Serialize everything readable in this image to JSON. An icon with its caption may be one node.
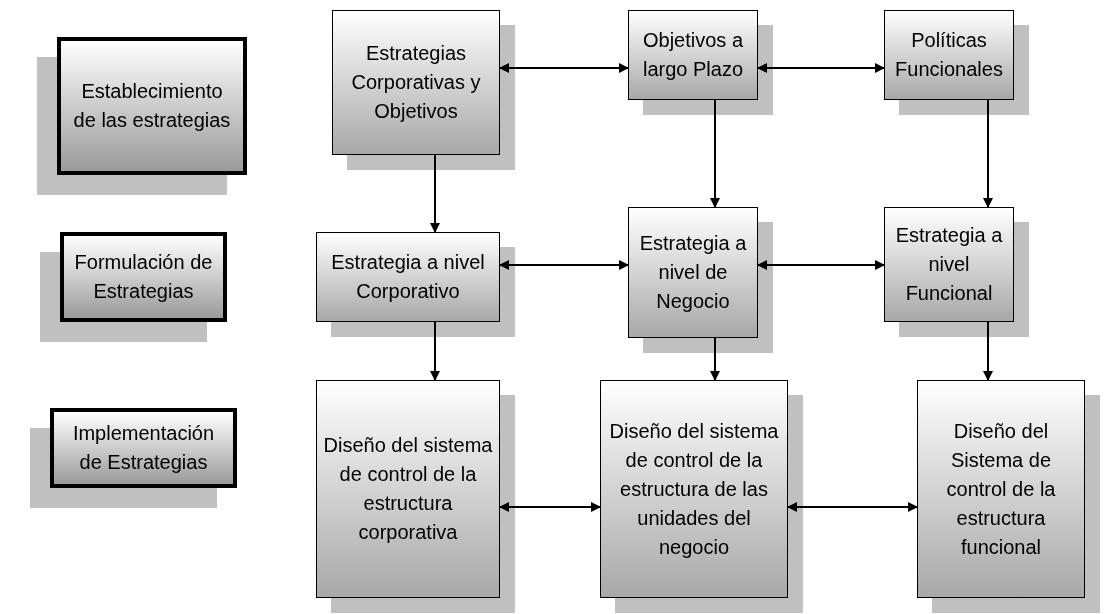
{
  "diagram": {
    "nodes": [
      {
        "text": [
          "Establecimiento de las estrategias"
        ]
      },
      {
        "text": [
          "Estrategias Corporativas y Objetivos"
        ]
      },
      {
        "text": [
          "Objetivos a largo Plazo"
        ]
      },
      {
        "text": [
          "Políticas Funcionales"
        ]
      },
      {
        "text": [
          "Formulación de Estrategias"
        ]
      },
      {
        "text": [
          "Estrategia a nivel Corporativo"
        ]
      },
      {
        "text": [
          "Estrategia a nivel de Negocio"
        ]
      },
      {
        "text": [
          "Estrategia a nivel Funcional"
        ]
      },
      {
        "text": [
          "Implementación de Estrategias"
        ]
      },
      {
        "text": [
          "Diseño del sistema de control de la estructura corporativa"
        ]
      },
      {
        "text": [
          "Diseño del sistema de control de la estructura de las unidades del negocio"
        ]
      },
      {
        "text": [
          "Diseño del Sistema de control de la estructura funcional"
        ]
      }
    ],
    "edges": [
      {
        "from": 1,
        "to": 2,
        "arrow": "both"
      },
      {
        "from": 2,
        "to": 3,
        "arrow": "both"
      },
      {
        "from": 1,
        "to": 5,
        "arrow": "to"
      },
      {
        "from": 2,
        "to": 6,
        "arrow": "to"
      },
      {
        "from": 3,
        "to": 7,
        "arrow": "to"
      },
      {
        "from": 5,
        "to": 6,
        "arrow": "both"
      },
      {
        "from": 6,
        "to": 7,
        "arrow": "both"
      },
      {
        "from": 5,
        "to": 9,
        "arrow": "to"
      },
      {
        "from": 6,
        "to": 10,
        "arrow": "to"
      },
      {
        "from": 7,
        "to": 11,
        "arrow": "to"
      },
      {
        "from": 9,
        "to": 10,
        "arrow": "both"
      },
      {
        "from": 10,
        "to": 11,
        "arrow": "both"
      }
    ]
  }
}
